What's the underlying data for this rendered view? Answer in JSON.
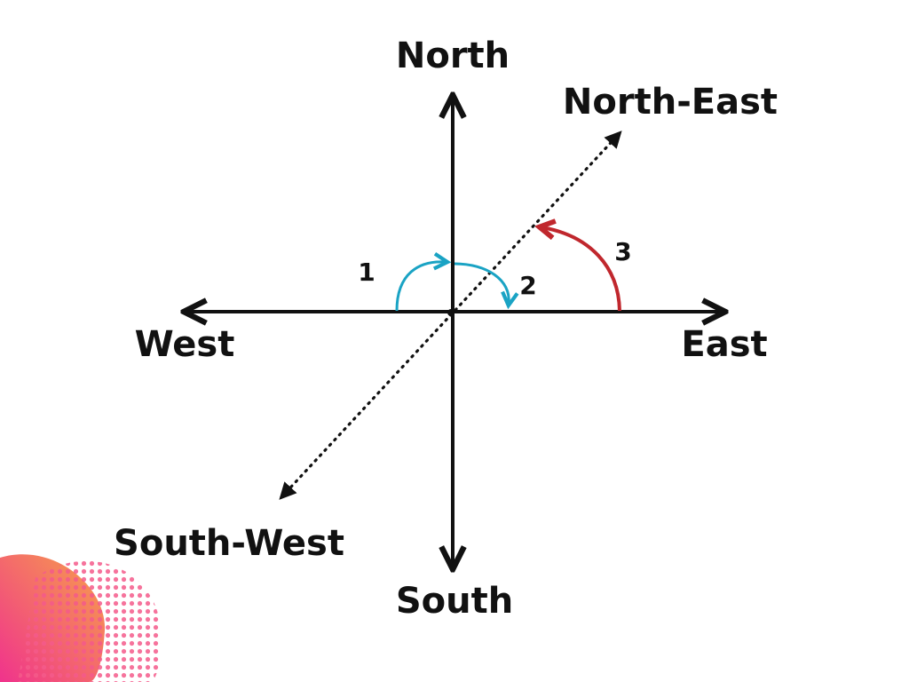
{
  "directions": {
    "north": "North",
    "south": "South",
    "east": "East",
    "west": "West",
    "north_east": "North-East",
    "south_west": "South-West"
  },
  "turns": [
    {
      "label": "1",
      "color": "#1aa3c4"
    },
    {
      "label": "2",
      "color": "#1aa3c4"
    },
    {
      "label": "3",
      "color": "#c0272d"
    }
  ],
  "colors": {
    "axis": "#111111",
    "quarter_turn": "#1aa3c4",
    "half_right_turn": "#c0272d",
    "blob_pink": "#f0338c",
    "blob_orange": "#f7a24a"
  }
}
